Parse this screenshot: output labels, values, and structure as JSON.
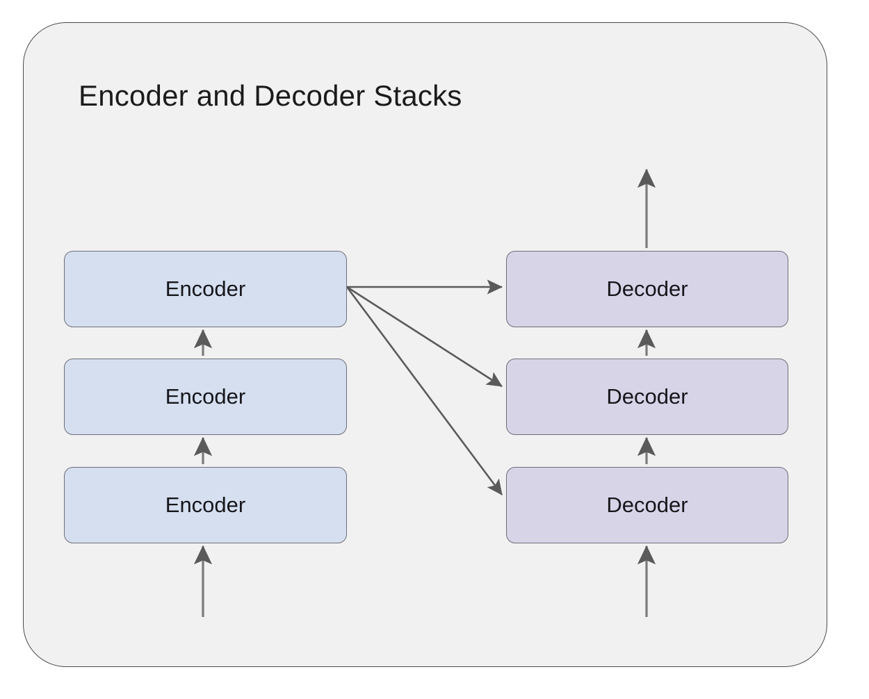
{
  "panel": {
    "title": "Encoder and Decoder Stacks",
    "background_color": "#f2f1f1",
    "border_color": "#4a4a4a"
  },
  "colors": {
    "encoder_fill": "#d5dff0",
    "decoder_fill": "#d8d4e8",
    "block_border": "#6e6e78",
    "arrow": "#5a5a5a",
    "page_background": "#ffffff",
    "text": "#16161a"
  },
  "encoder_stack": {
    "name": "encoder-stack",
    "blocks": [
      {
        "label": "Encoder",
        "position": "top"
      },
      {
        "label": "Encoder",
        "position": "middle"
      },
      {
        "label": "Encoder",
        "position": "bottom"
      }
    ]
  },
  "decoder_stack": {
    "name": "decoder-stack",
    "blocks": [
      {
        "label": "Decoder",
        "position": "top"
      },
      {
        "label": "Decoder",
        "position": "middle"
      },
      {
        "label": "Decoder",
        "position": "bottom"
      }
    ]
  },
  "connections": [
    {
      "name": "encoder-input-arrow",
      "from": "input",
      "to": "encoder-bottom",
      "direction": "up"
    },
    {
      "name": "encoder-bottom-to-middle-arrow",
      "from": "encoder-bottom",
      "to": "encoder-middle",
      "direction": "up"
    },
    {
      "name": "encoder-middle-to-top-arrow",
      "from": "encoder-middle",
      "to": "encoder-top",
      "direction": "up"
    },
    {
      "name": "encoder-top-to-decoder-top-arrow",
      "from": "encoder-top",
      "to": "decoder-top",
      "direction": "right"
    },
    {
      "name": "encoder-top-to-decoder-middle-arrow",
      "from": "encoder-top",
      "to": "decoder-middle",
      "direction": "diagonal-down-right"
    },
    {
      "name": "encoder-top-to-decoder-bottom-arrow",
      "from": "encoder-top",
      "to": "decoder-bottom",
      "direction": "diagonal-down-right"
    },
    {
      "name": "decoder-input-arrow",
      "from": "input",
      "to": "decoder-bottom",
      "direction": "up"
    },
    {
      "name": "decoder-bottom-to-middle-arrow",
      "from": "decoder-bottom",
      "to": "decoder-middle",
      "direction": "up"
    },
    {
      "name": "decoder-middle-to-top-arrow",
      "from": "decoder-middle",
      "to": "decoder-top",
      "direction": "up"
    },
    {
      "name": "decoder-output-arrow",
      "from": "decoder-top",
      "to": "output",
      "direction": "up"
    }
  ]
}
